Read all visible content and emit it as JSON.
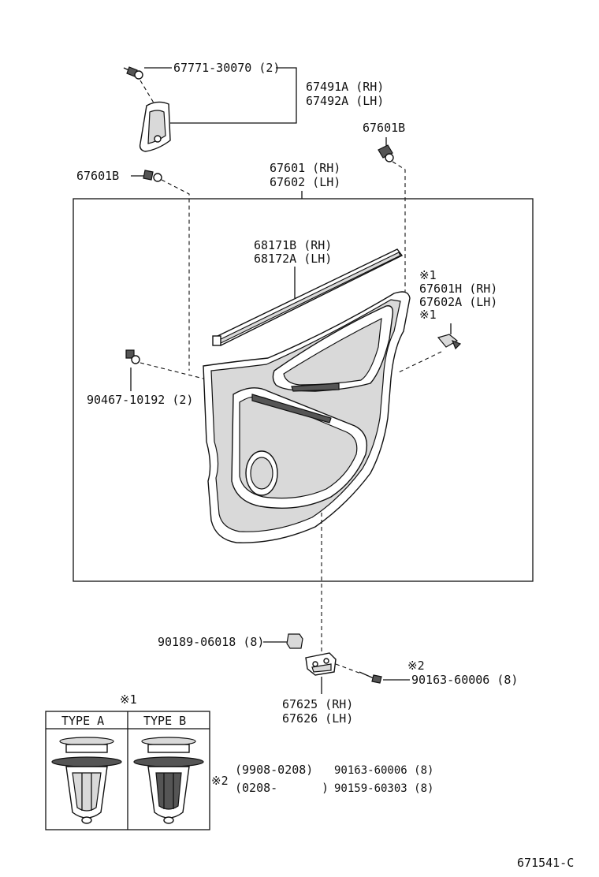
{
  "labels": {
    "p67771": "67771-30070 (2)",
    "p67491a": "67491A (RH)",
    "p67492a": "67492A (LH)",
    "p67601b_right": "67601B",
    "p67601b_left": "67601B",
    "p67601": "67601 (RH)",
    "p67602": "67602 (LH)",
    "p68171b": "68171B (RH)",
    "p68172a": "68172A (LH)",
    "mark1_top": "※1",
    "p67601h": "67601H (RH)",
    "p67602a": "67602A (LH)",
    "mark1_clip": "※1",
    "p90467": "90467-10192 (2)",
    "p90189": "90189-06018 (8)",
    "mark2_screw": "※2",
    "p90163_screw": "90163-60006 (8)",
    "p67625": "67625 (RH)",
    "p67626": "67626 (LH)",
    "mark1_legend": "※1",
    "type_a": "TYPE A",
    "type_b": "TYPE B",
    "mark2_legend": "※2",
    "range1": "(9908-0208)",
    "range1_part": "90163-60006 (8)",
    "range2": "(0208-",
    "range2_close": ")",
    "range2_part": "90159-60303 (8)",
    "diagram_code": "671541-C"
  }
}
